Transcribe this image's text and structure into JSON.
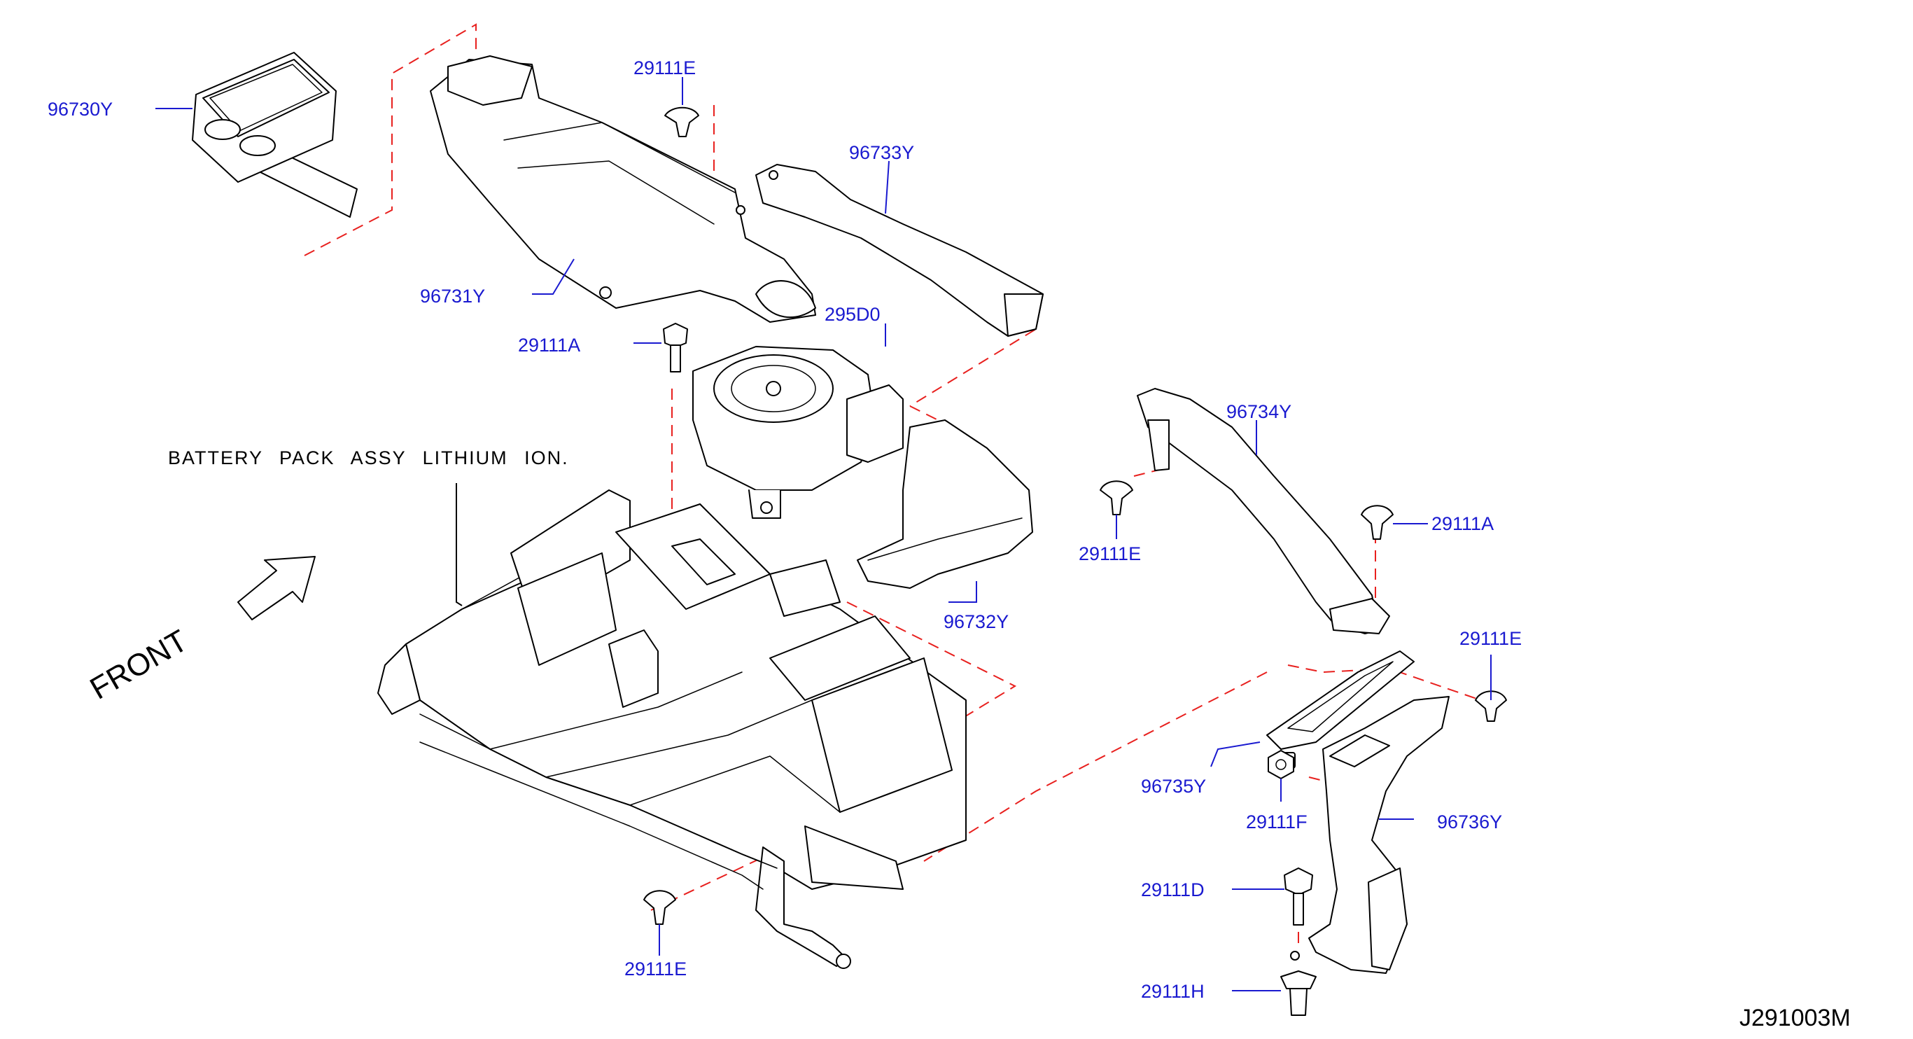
{
  "diagram_id": "J291003M",
  "title_note": "BATTERY PACK ASSY LITHIUM ION.",
  "front_label": "FRONT",
  "colors": {
    "part_label": "#1a1ad0",
    "guide_line": "#e8201e",
    "line_art": "#000000"
  },
  "parts": {
    "p96730Y": "96730Y",
    "p96731Y": "96731Y",
    "p96732Y": "96732Y",
    "p96733Y": "96733Y",
    "p96734Y": "96734Y",
    "p96735Y": "96735Y",
    "p96736Y": "96736Y",
    "p295D0": "295D0",
    "p29111A_top": "29111A",
    "p29111A_right": "29111A",
    "p29111E_top": "29111E",
    "p29111E_mid": "29111E",
    "p29111E_right": "29111E",
    "p29111E_bottom": "29111E",
    "p29111D": "29111D",
    "p29111F": "29111F",
    "p29111H": "29111H"
  }
}
